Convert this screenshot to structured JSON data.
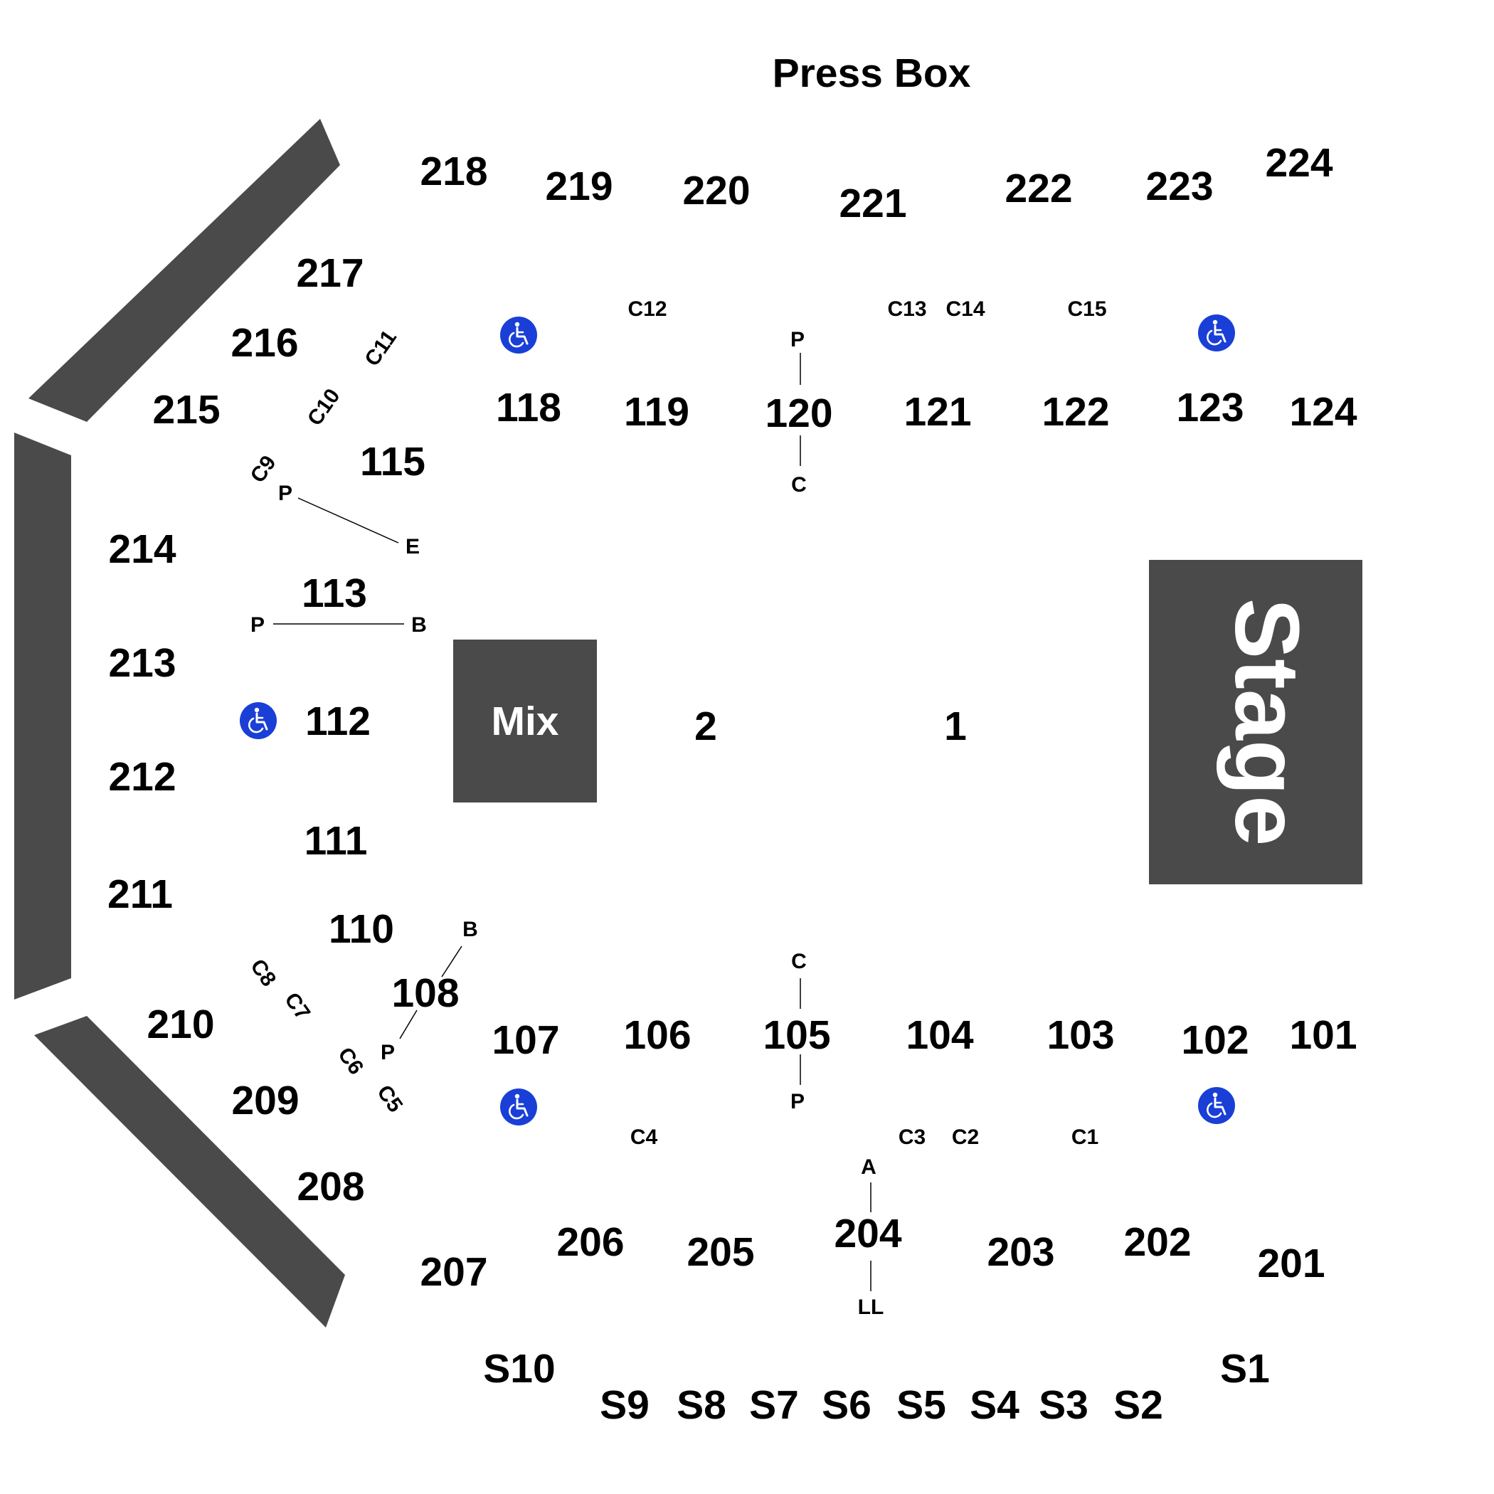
{
  "title": "Press Box",
  "colors": {
    "block": "#4a4a4a",
    "accessible": "#1a3fd6",
    "text": "#000000",
    "block_text": "#ffffff"
  },
  "blocks": {
    "stage": "Stage",
    "mix": "Mix"
  },
  "accessible_icon": "wheelchair-icon",
  "sections_floor": [
    "1",
    "2"
  ],
  "sections_lower": [
    "101",
    "102",
    "103",
    "104",
    "105",
    "106",
    "107",
    "108",
    "110",
    "111",
    "112",
    "113",
    "115",
    "118",
    "119",
    "120",
    "121",
    "122",
    "123",
    "124"
  ],
  "sections_upper": [
    "201",
    "202",
    "203",
    "204",
    "205",
    "206",
    "207",
    "208",
    "209",
    "210",
    "211",
    "212",
    "213",
    "214",
    "215",
    "216",
    "217",
    "218",
    "219",
    "220",
    "221",
    "222",
    "223",
    "224"
  ],
  "suites": [
    "S1",
    "S2",
    "S3",
    "S4",
    "S5",
    "S6",
    "S7",
    "S8",
    "S9",
    "S10"
  ],
  "aisle_labels": {
    "c": [
      "C1",
      "C2",
      "C3",
      "C4",
      "C5",
      "C6",
      "C7",
      "C8",
      "C9",
      "C10",
      "C11",
      "C12",
      "C13",
      "C14",
      "C15"
    ],
    "markers": [
      "P",
      "C",
      "E",
      "B",
      "A",
      "LL"
    ]
  }
}
